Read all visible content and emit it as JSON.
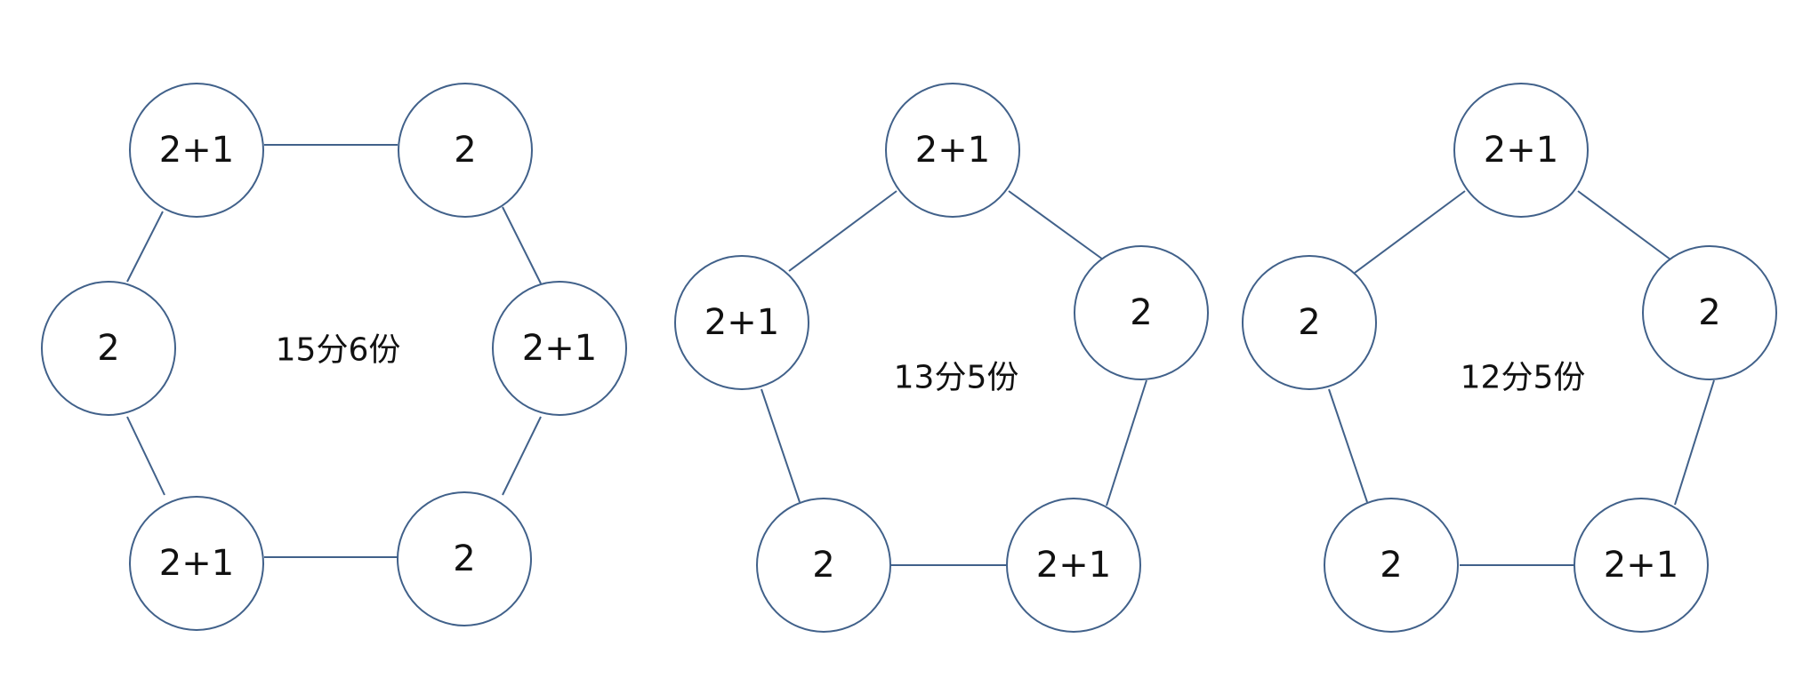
{
  "colors": {
    "stroke": "#41618a",
    "text": "#111111",
    "background": "#ffffff"
  },
  "diagrams": [
    {
      "center_label": "15分6份",
      "nodes": [
        "2+1",
        "2",
        "2",
        "2+1",
        "2+1",
        "2"
      ]
    },
    {
      "center_label": "13分5份",
      "nodes": [
        "2+1",
        "2+1",
        "2",
        "2",
        "2+1"
      ]
    },
    {
      "center_label": "12分5份",
      "nodes": [
        "2+1",
        "2",
        "2",
        "2",
        "2+1"
      ]
    }
  ]
}
